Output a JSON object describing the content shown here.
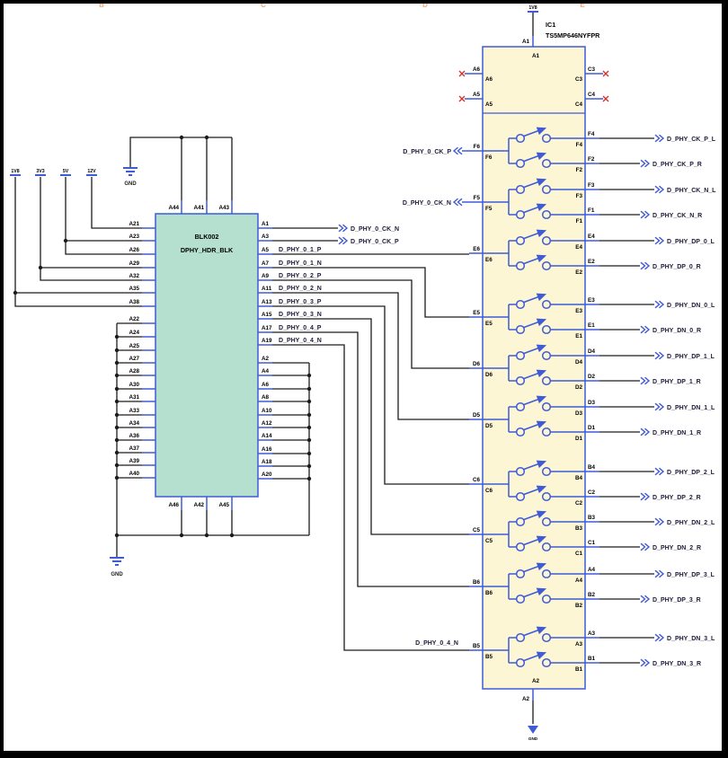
{
  "frame": {
    "columns": [
      "B",
      "C",
      "D",
      "E"
    ]
  },
  "power": {
    "rails": [
      "1V8",
      "3V3",
      "5V",
      "12V"
    ],
    "ic_rail": "1V8",
    "gnd": "GND"
  },
  "hdr": {
    "ref": "BLK002",
    "name": "DPHY_HDR_BLK",
    "top_pins": [
      "A44",
      "A41",
      "A43"
    ],
    "bottom_pins": [
      "A46",
      "A42",
      "A45"
    ],
    "left_upper": [
      "A21",
      "A23",
      "A26",
      "A29",
      "A32",
      "A35",
      "A38"
    ],
    "left_lower": [
      "A22",
      "A24",
      "A25",
      "A27",
      "A28",
      "A30",
      "A31",
      "A33",
      "A34",
      "A36",
      "A37",
      "A39",
      "A40"
    ],
    "right_upper": [
      {
        "pin": "A1",
        "net": "D_PHY_0_CK_N"
      },
      {
        "pin": "A3",
        "net": "D_PHY_0_CK_P"
      },
      {
        "pin": "A5",
        "net": "D_PHY_0_1_P"
      },
      {
        "pin": "A7",
        "net": "D_PHY_0_1_N"
      },
      {
        "pin": "A9",
        "net": "D_PHY_0_2_P"
      },
      {
        "pin": "A11",
        "net": "D_PHY_0_2_N"
      },
      {
        "pin": "A13",
        "net": "D_PHY_0_3_P"
      },
      {
        "pin": "A15",
        "net": "D_PHY_0_3_N"
      },
      {
        "pin": "A17",
        "net": "D_PHY_0_4_P"
      },
      {
        "pin": "A19",
        "net": "D_PHY_0_4_N"
      }
    ],
    "right_lower": [
      "A2",
      "A4",
      "A6",
      "A8",
      "A10",
      "A12",
      "A14",
      "A16",
      "A18",
      "A20"
    ]
  },
  "ic": {
    "ref": "IC1",
    "part": "TS5MP646NYFPR",
    "power_pin": "A1",
    "gnd_pin": "A2",
    "nc_left": [
      "A6",
      "A5"
    ],
    "nc_right": [
      "C3",
      "C4"
    ],
    "b5_inline_net": "D_PHY_0_4_N",
    "banks": [
      {
        "in": "F6",
        "innet": "D_PHY_0_CK_P",
        "out1": "F4",
        "net1": "D_PHY_CK_P_L",
        "out2": "F2",
        "net2": "D_PHY_CK_P_R"
      },
      {
        "in": "F5",
        "innet": "D_PHY_0_CK_N",
        "out1": "F3",
        "net1": "D_PHY_CK_N_L",
        "out2": "F1",
        "net2": "D_PHY_CK_N_R"
      },
      {
        "in": "E6",
        "out1": "E4",
        "net1": "D_PHY_DP_0_L",
        "out2": "E2",
        "net2": "D_PHY_DP_0_R"
      },
      {
        "in": "E5",
        "out1": "E3",
        "net1": "D_PHY_DN_0_L",
        "out2": "E1",
        "net2": "D_PHY_DN_0_R"
      },
      {
        "in": "D6",
        "out1": "D4",
        "net1": "D_PHY_DP_1_L",
        "out2": "D2",
        "net2": "D_PHY_DP_1_R"
      },
      {
        "in": "D5",
        "out1": "D3",
        "net1": "D_PHY_DN_1_L",
        "out2": "D1",
        "net2": "D_PHY_DN_1_R"
      },
      {
        "in": "C6",
        "out1": "B4",
        "net1": "D_PHY_DP_2_L",
        "out2": "C2",
        "net2": "D_PHY_DP_2_R"
      },
      {
        "in": "C5",
        "out1": "B3",
        "net1": "D_PHY_DN_2_L",
        "out2": "C1",
        "net2": "D_PHY_DN_2_R"
      },
      {
        "in": "B6",
        "out1": "A4",
        "net1": "D_PHY_DP_3_L",
        "out2": "B2",
        "net2": "D_PHY_DP_3_R"
      },
      {
        "in": "B5",
        "out1": "A3",
        "net1": "D_PHY_DN_3_L",
        "out2": "B1",
        "net2": "D_PHY_DN_3_R"
      }
    ]
  }
}
